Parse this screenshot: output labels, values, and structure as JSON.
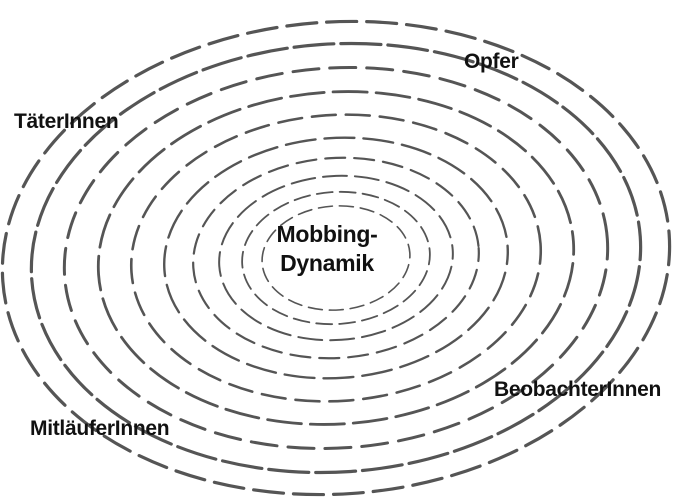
{
  "diagram": {
    "center_label": [
      "Mobbing-",
      "Dynamik"
    ],
    "roles": {
      "opfer": "Opfer",
      "taeter": "TäterInnen",
      "beobachter": "BeobachterInnen",
      "mitlaeufer": "MitläuferInnen"
    },
    "colors": {
      "background": "#ffffff",
      "stroke": "#555555",
      "text": "#111111"
    }
  }
}
